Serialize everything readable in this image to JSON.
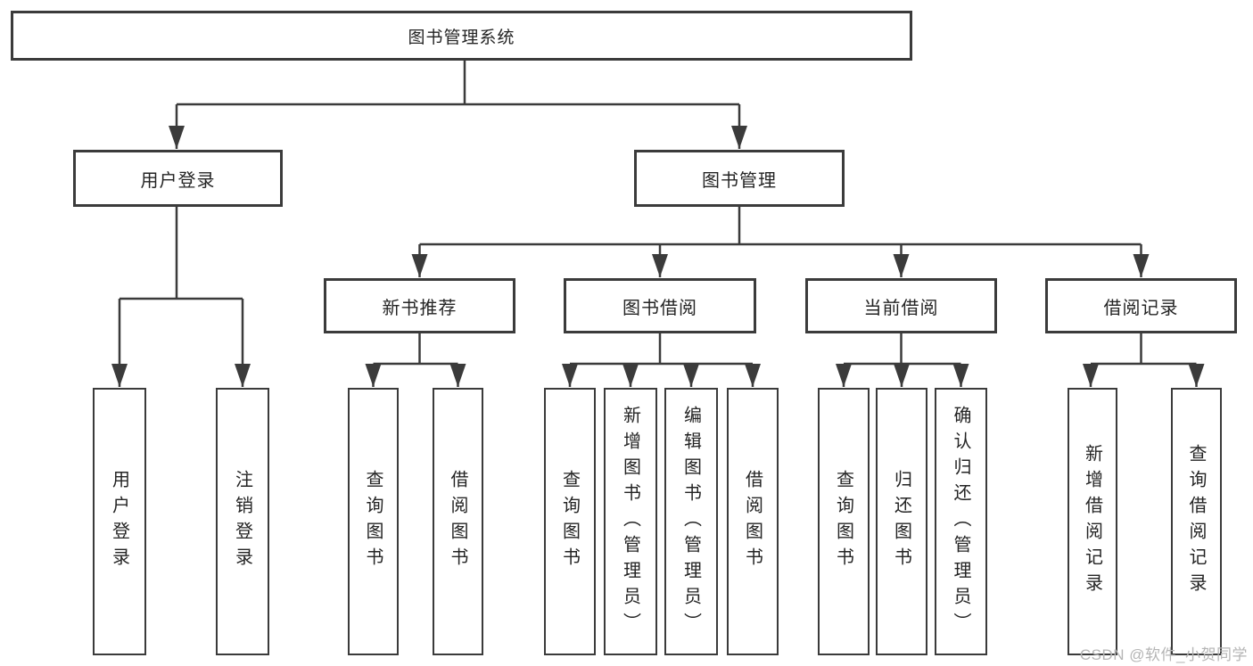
{
  "tree": {
    "root": {
      "label": "图书管理系统"
    },
    "branches": [
      {
        "label": "用户登录",
        "children": [
          "用户登录",
          "注销登录"
        ]
      },
      {
        "label": "图书管理",
        "sections": [
          {
            "label": "新书推荐",
            "children": [
              "查询图书",
              "借阅图书"
            ]
          },
          {
            "label": "图书借阅",
            "children": [
              "查询图书",
              "新增图书（管理员）",
              "编辑图书（管理员）",
              "借阅图书"
            ]
          },
          {
            "label": "当前借阅",
            "children": [
              "查询图书",
              "归还图书",
              "确认归还（管理员）"
            ]
          },
          {
            "label": "借阅记录",
            "children": [
              "新增借阅记录",
              "查询借阅记录"
            ]
          }
        ]
      }
    ]
  },
  "watermark": {
    "text": "CSDN @软件_小贺同学"
  },
  "colors": {
    "line": "#3b3b3b",
    "text": "#242424",
    "background": "#ffffff",
    "watermark": "#b5b5b5"
  }
}
